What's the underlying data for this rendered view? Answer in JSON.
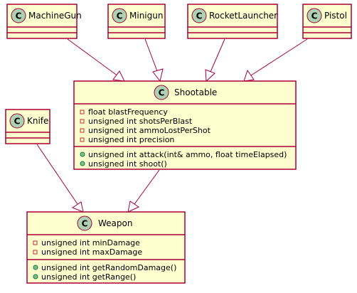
{
  "classes": {
    "machinegun": {
      "name": "MachineGun",
      "stereotype": "C",
      "attributes": [],
      "methods": []
    },
    "minigun": {
      "name": "Minigun",
      "stereotype": "C",
      "attributes": [],
      "methods": []
    },
    "rocketlauncher": {
      "name": "RocketLauncher",
      "stereotype": "C",
      "attributes": [],
      "methods": []
    },
    "pistol": {
      "name": "Pistol",
      "stereotype": "C",
      "attributes": [],
      "methods": []
    },
    "knife": {
      "name": "Knife",
      "stereotype": "C",
      "attributes": [],
      "methods": []
    },
    "shootable": {
      "name": "Shootable",
      "stereotype": "C",
      "attributes": [
        "float blastFrequency",
        "unsigned int shotsPerBlast",
        "unsigned int ammoLostPerShot",
        "unsigned int precision"
      ],
      "methods": [
        "unsigned int attack(int& ammo, float timeElapsed)",
        "unsigned int shoot()"
      ]
    },
    "weapon": {
      "name": "Weapon",
      "stereotype": "C",
      "attributes": [
        "unsigned int minDamage",
        "unsigned int maxDamage"
      ],
      "methods": [
        "unsigned int getRandomDamage()",
        "unsigned int getRange()"
      ]
    }
  },
  "relations": [
    {
      "from": "MachineGun",
      "to": "Shootable",
      "type": "inheritance"
    },
    {
      "from": "Minigun",
      "to": "Shootable",
      "type": "inheritance"
    },
    {
      "from": "RocketLauncher",
      "to": "Shootable",
      "type": "inheritance"
    },
    {
      "from": "Pistol",
      "to": "Shootable",
      "type": "inheritance"
    },
    {
      "from": "Shootable",
      "to": "Weapon",
      "type": "inheritance"
    },
    {
      "from": "Knife",
      "to": "Weapon",
      "type": "inheritance"
    }
  ],
  "colors": {
    "box_fill": "#FEFECE",
    "box_border": "#A80036",
    "class_circle": "#ADD1B2",
    "private_marker": "#C82930",
    "public_marker_fill": "#84BE84",
    "public_marker_border": "#038048"
  }
}
